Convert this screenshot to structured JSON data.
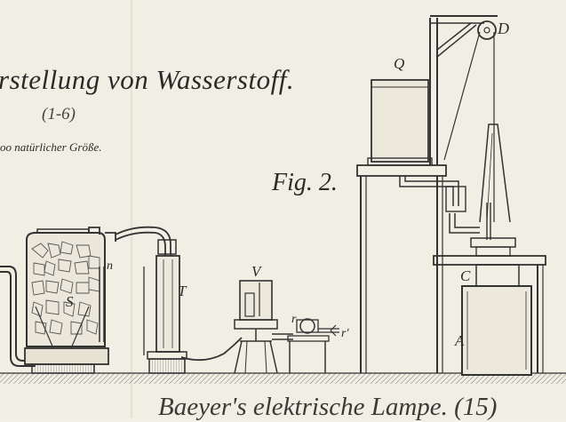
{
  "plate": {
    "title": "rstellung von Wasserstoff.",
    "subtitle": "(1-6)",
    "scale_note": "oo natürlicher Größe.",
    "figure_label": "Fig. 2.",
    "caption": "Baeyer's elektrische Lampe. (15)"
  },
  "labels": {
    "Q": "Q",
    "D": "D",
    "C": "C",
    "A": "A",
    "V": "V",
    "T": "T",
    "S": "S",
    "n": "n",
    "r": "r",
    "r_prime": "r'"
  }
}
